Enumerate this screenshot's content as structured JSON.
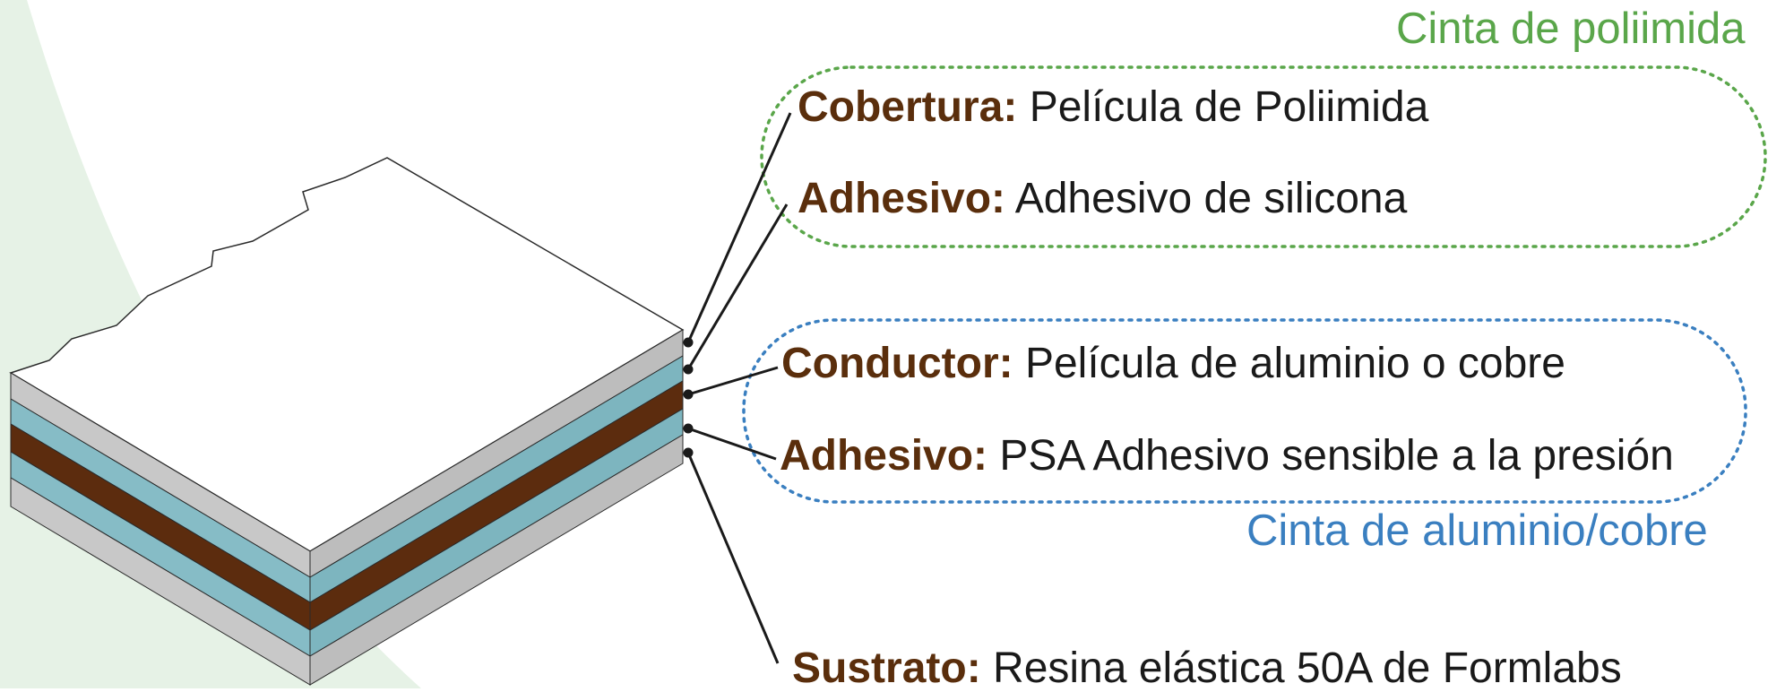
{
  "colors": {
    "term": "#5a2e0c",
    "text": "#1a1a1a",
    "polyimide_group": "#5aa64a",
    "metal_group": "#3a7fc0",
    "layer_gray": "#c8c8c8",
    "layer_teal": "#86bcc6",
    "layer_brown": "#5c2c0e",
    "background_tint": "#e6f2e6"
  },
  "groups": {
    "polyimide_tape": "Cinta de poliimida",
    "metal_tape": "Cinta de aluminio/cobre"
  },
  "layers": [
    {
      "term": "Cobertura:",
      "desc": "Película de Poliimida"
    },
    {
      "term": "Adhesivo:",
      "desc": "Adhesivo de silicona"
    },
    {
      "term": "Conductor:",
      "desc": "Película de aluminio o cobre"
    },
    {
      "term": "Adhesivo:",
      "desc": "PSA Adhesivo sensible a la presión"
    },
    {
      "term": "Sustrato:",
      "desc": "Resina elástica 50A de Formlabs"
    }
  ]
}
